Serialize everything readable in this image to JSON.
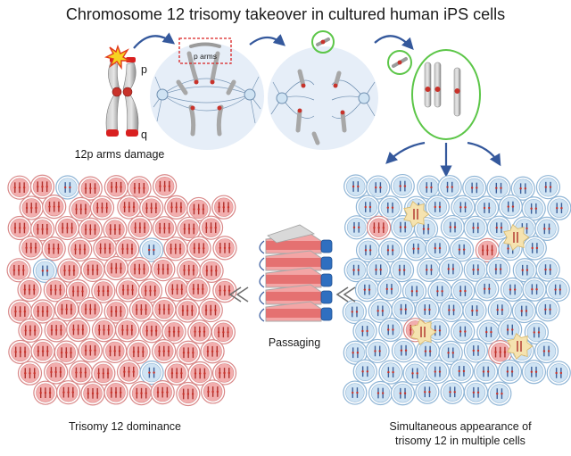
{
  "title": "Chromosome 12 trisomy takeover in cultured human iPS cells",
  "labels": {
    "p": "p",
    "q": "q",
    "p_arms": "p arms",
    "damage": "12p arms damage",
    "passaging": "Passaging",
    "dominance": "Trisomy 12 dominance",
    "appearance_line1": "Simultaneous appearance of",
    "appearance_line2": "trisomy 12 in multiple cells"
  },
  "colors": {
    "normal_cell_fill": "#cfe3f3",
    "normal_cell_ring": "#8fb5d6",
    "trisomy_cell_fill": "#f2aeae",
    "trisomy_cell_ring": "#d98888",
    "dying_cell": "#f5e3b0",
    "arrow": "#34589c",
    "highlight_ring": "#5cc648",
    "damage_box": "#d92020",
    "centromere": "#c8322a",
    "chromosome": "#9b9b9b"
  },
  "icons": [
    "damage-burst-icon",
    "cell-division-spindle",
    "culture-flask-stack",
    "double-chevron-left-icon"
  ]
}
